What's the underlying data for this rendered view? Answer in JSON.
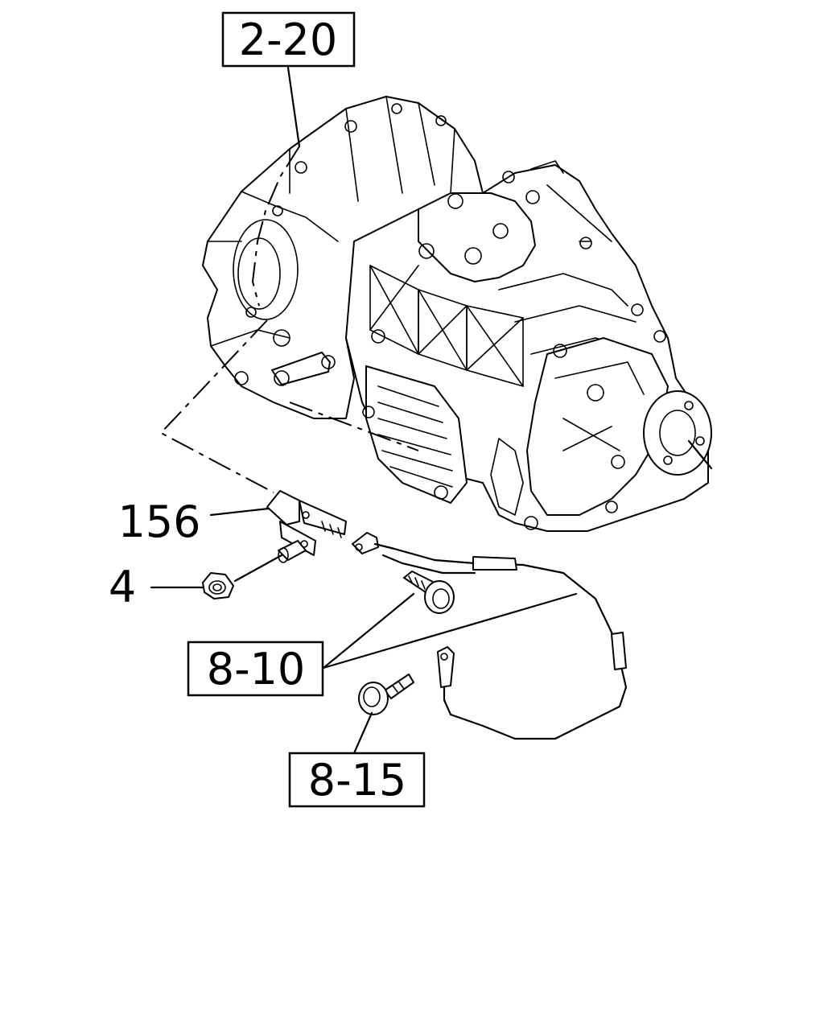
{
  "callouts": {
    "ref_2_20": "2-20",
    "ref_156": "156",
    "ref_4": "4",
    "ref_8_10": "8-10",
    "ref_8_15": "8-15"
  },
  "colors": {
    "line": "#000000",
    "background": "#ffffff"
  }
}
